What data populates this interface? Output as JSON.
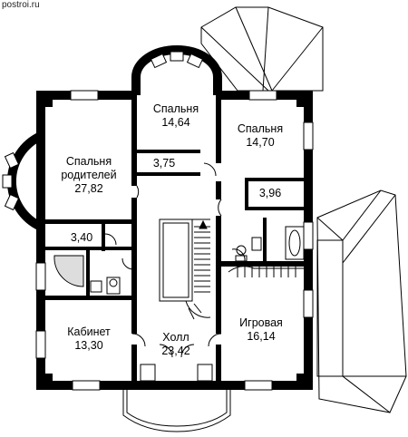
{
  "watermark": "postroi.ru",
  "rooms": [
    {
      "id": "spalnya-1",
      "name": "Спальня",
      "area": "14,64"
    },
    {
      "id": "spalnya-2",
      "name": "Спальня",
      "area": "14,70"
    },
    {
      "id": "spalnya-roditeley",
      "name": "Спальня",
      "name2": "родителей",
      "area": "27,82"
    },
    {
      "id": "closet-1",
      "area": "3,75"
    },
    {
      "id": "closet-2",
      "area": "3,96"
    },
    {
      "id": "bath-1",
      "area": "3,40"
    },
    {
      "id": "kabinet",
      "name": "Кабинет",
      "area": "13,30"
    },
    {
      "id": "holl",
      "name": "Холл",
      "area": "23,42"
    },
    {
      "id": "igrovaya",
      "name": "Игровая",
      "area": "16,14"
    }
  ]
}
